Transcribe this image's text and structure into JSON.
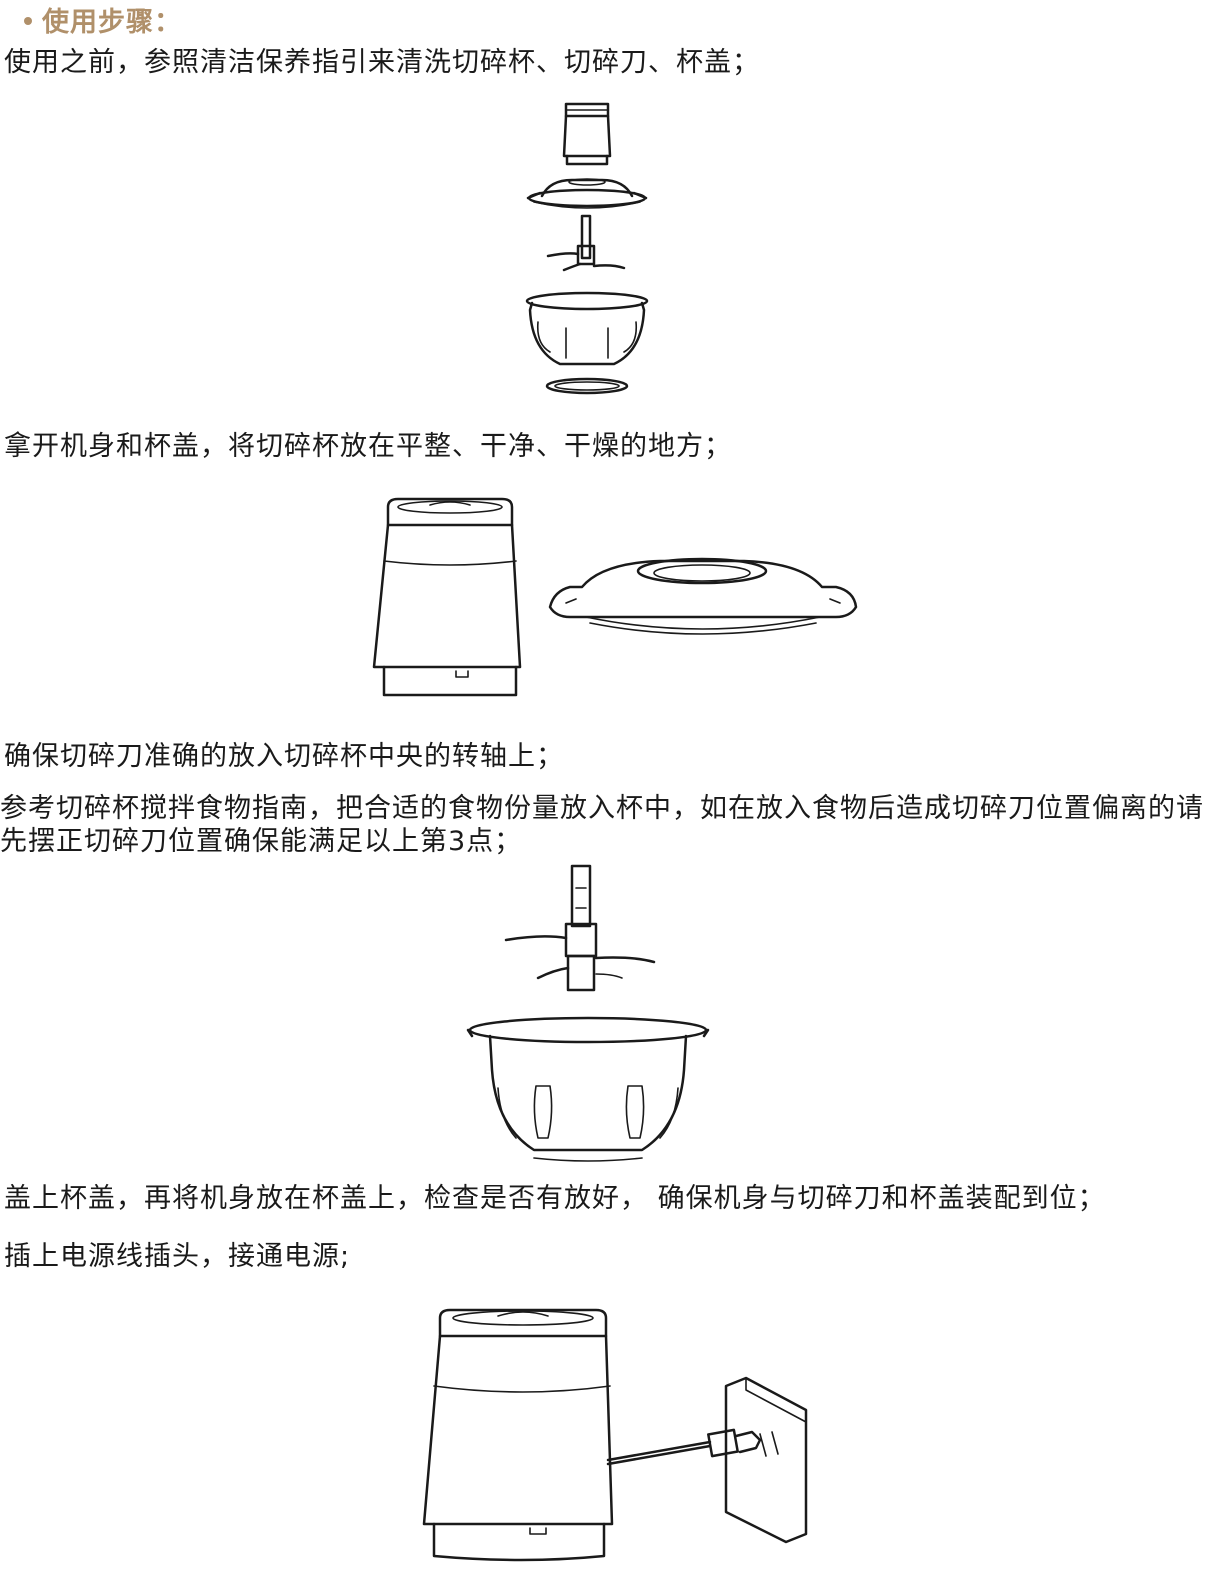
{
  "heading": "使用步骤：",
  "steps": [
    "使用之前，参照清洁保养指引来清洗切碎杯、切碎刀、杯盖；",
    "拿开机身和杯盖，将切碎杯放在平整、干净、干燥的地方；",
    "确保切碎刀准确的放入切碎杯中央的转轴上；",
    "参考切碎杯搅拌食物指南，把合适的食物份量放入杯中，如在放入食物后造成切碎刀位置偏离的请先摆正切碎刀位置确保能满足以上第3点；",
    "盖上杯盖，再将机身放在杯盖上，检查是否有放好， 确保机身与切碎刀和杯盖装配到位；",
    "插上电源线插头，接通电源;"
  ],
  "colors": {
    "heading": "#b0906a",
    "text": "#1a1a1a"
  }
}
